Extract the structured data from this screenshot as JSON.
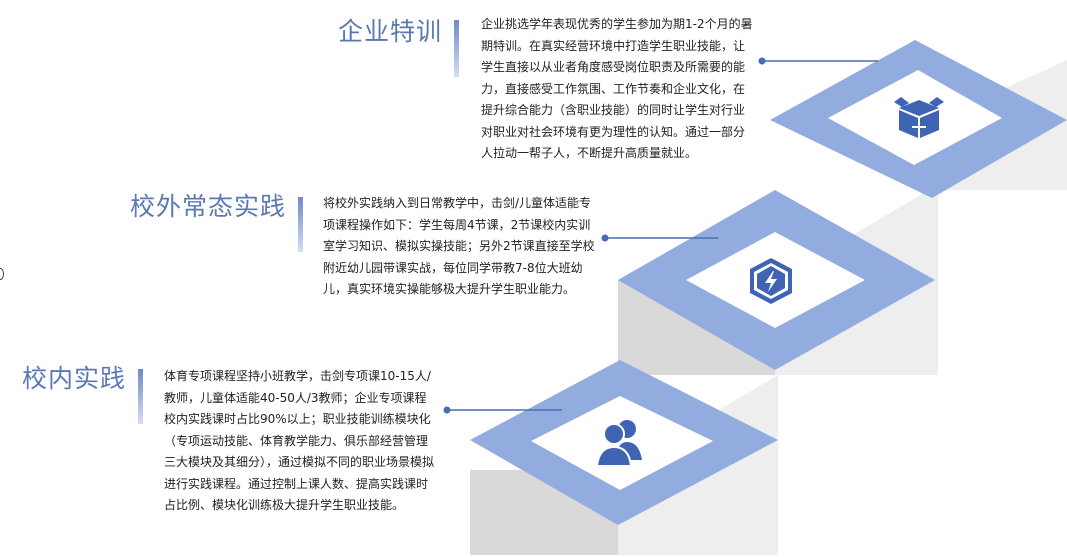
{
  "colors": {
    "accent": "#5b78b4",
    "tile_blue": "#93acdf",
    "icon_blue": "#3f64b4",
    "side_light": "#eeeeee",
    "side_dark": "#d9d9d9",
    "text": "#222222"
  },
  "steps": [
    {
      "title": "企业特训",
      "description": "企业挑选学年表现优秀的学生参加为期1-2个月的暑期特训。在真实经营环境中打造学生职业技能，让学生直接以从业者角度感受岗位职责及所需要的能力，直接感受工作氛围、工作节奏和企业文化，在提升综合能力（含职业技能）的同时让学生对行业对职业对社会环境有更为理性的认知。通过一部分人拉动一帮子人，不断提升高质量就业。",
      "icon": "box-icon"
    },
    {
      "title": "校外常态实践",
      "description": "将校外实践纳入到日常教学中，击剑/儿童体适能专项课程操作如下：学生每周4节课，2节课校内实训室学习知识、模拟实操技能；另外2节课直接至学校附近幼儿园带课实战，每位同学带教7-8位大班幼儿，真实环境实操能够极大提升学生职业能力。",
      "icon": "lightning-icon"
    },
    {
      "title": "校内实践",
      "description": "体育专项课程坚持小班教学，击剑专项课10-15人/教师，儿童体适能40-50人/3教师；企业专项课程校内实践课时占比90%以上；职业技能训练模块化（专项运动技能、体育教学能力、俱乐部经营管理三大模块及其细分），通过模拟不同的职业场景模拟进行实践课程。通过控制上课人数、提高实践课时占比例、模块化训练极大提升学生职业技能。",
      "icon": "users-icon"
    }
  ]
}
